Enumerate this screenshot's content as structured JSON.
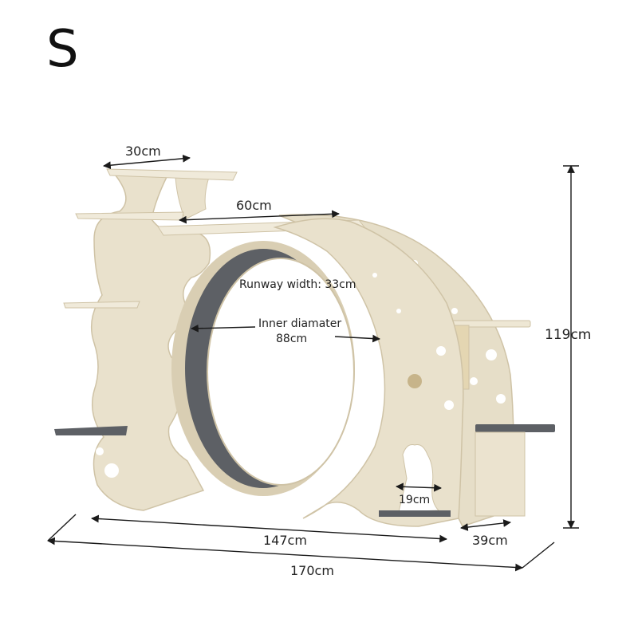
{
  "size_label": "S",
  "dimensions": {
    "top_platform_width": "30cm",
    "bridge_length": "60cm",
    "runway_width": "Runway width: 33cm",
    "inner_diameter_line1": "Inner diamater",
    "inner_diameter_line2": "88cm",
    "height": "119cm",
    "cat_door": "19cm",
    "base_length": "147cm",
    "depth": "39cm",
    "overall_length": "170cm"
  },
  "colors": {
    "plywood": "#e9e1cc",
    "plywood_edge": "#d6cbb0",
    "carpet": "#5d6065",
    "sisal": "#e4d6b2",
    "dim_line": "#1a1a1a"
  }
}
